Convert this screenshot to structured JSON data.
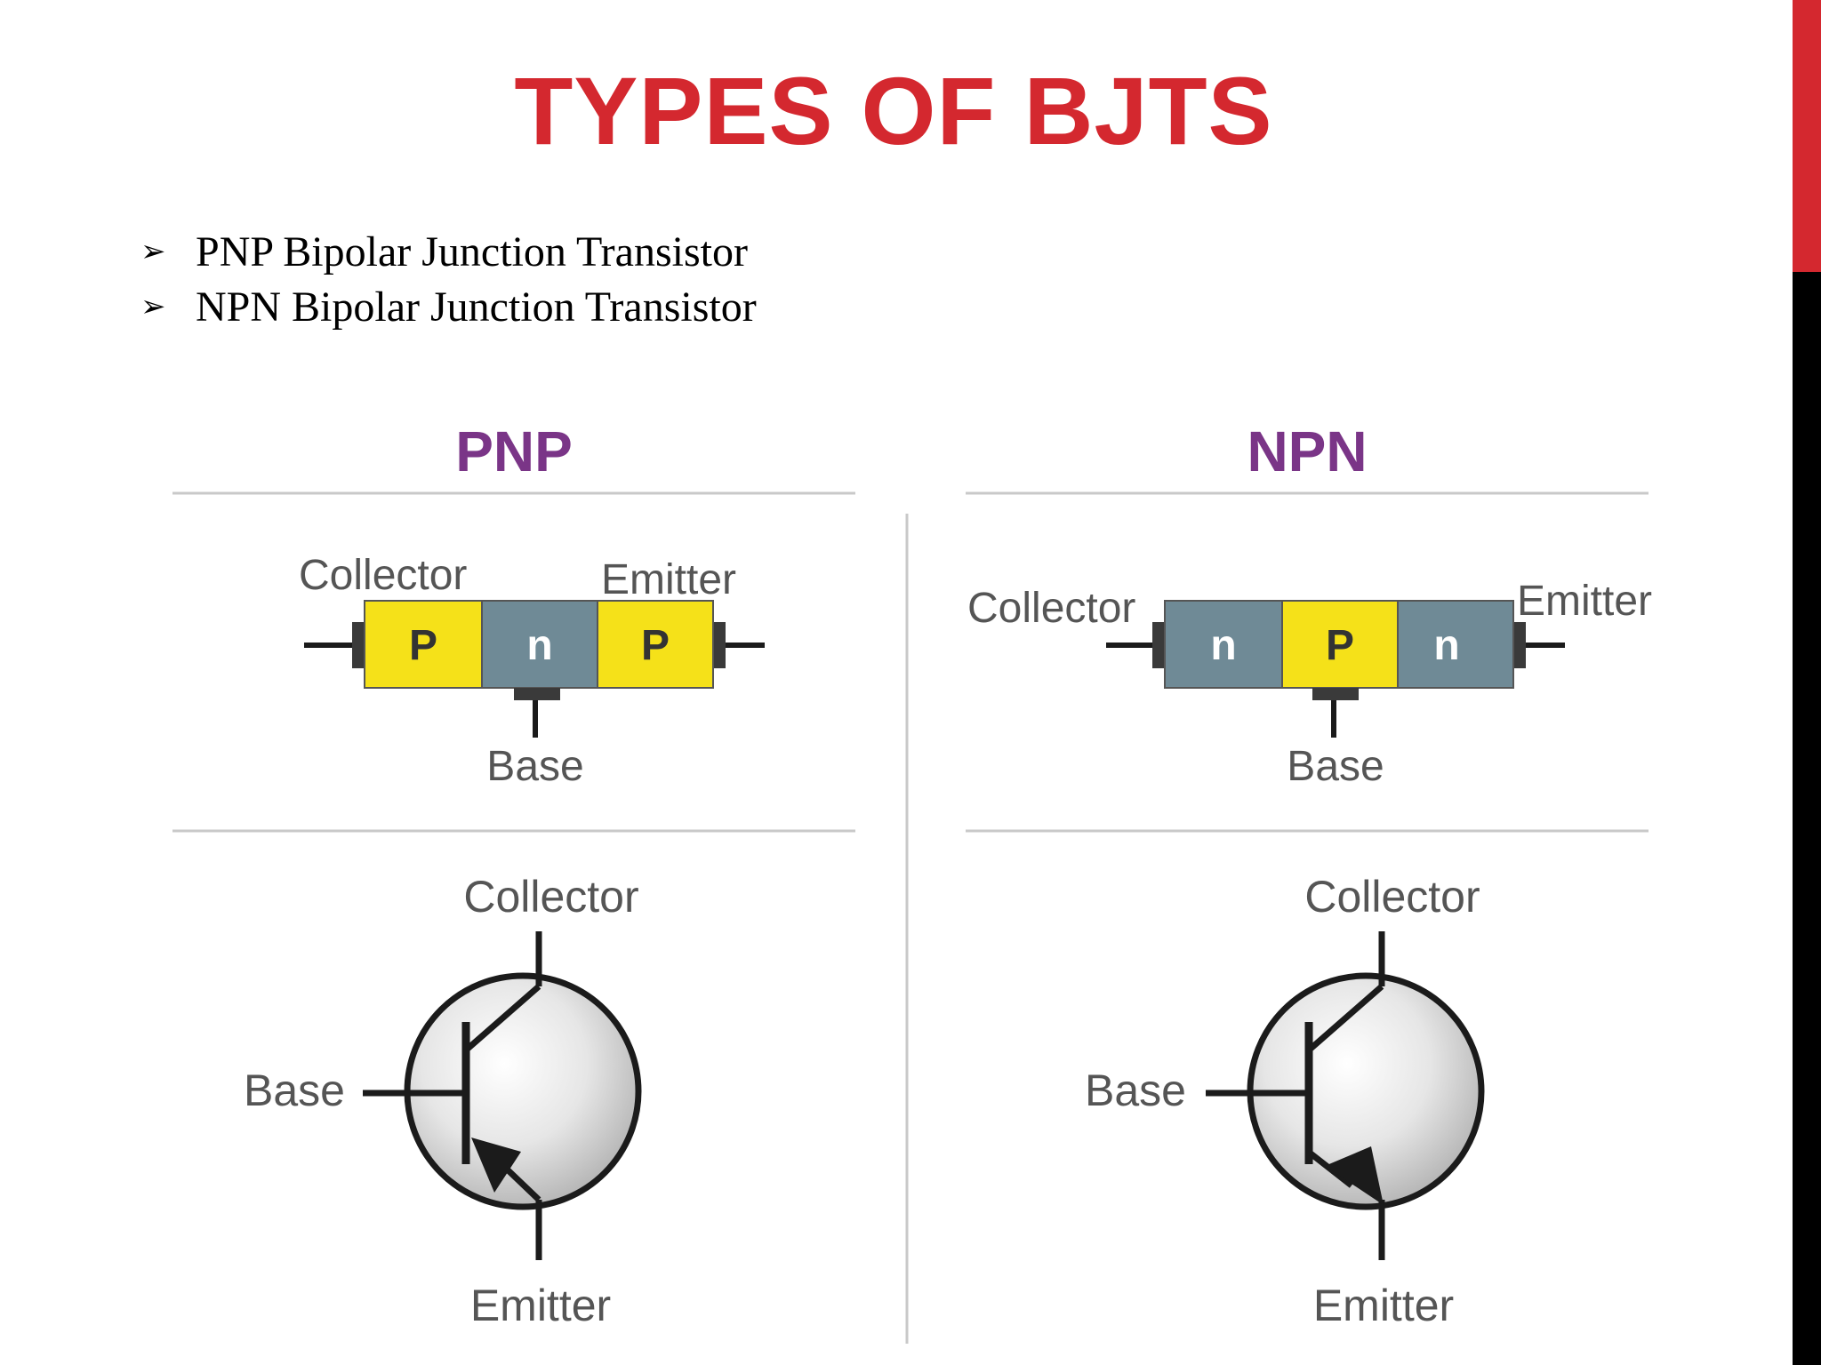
{
  "title": "TYPES OF BJTS",
  "colors": {
    "title": "#d4282f",
    "accent_bar": "#d4282f",
    "dark_bar": "#000000",
    "type_heading": "#7a3587",
    "p_region": "#f5e119",
    "n_region": "#6f8a96",
    "label_gray": "#555555"
  },
  "bullets": [
    {
      "icon": "arrowhead-bullet-icon",
      "text": "PNP Bipolar Junction Transistor"
    },
    {
      "icon": "arrowhead-bullet-icon",
      "text": "NPN Bipolar Junction Transistor"
    }
  ],
  "pnp": {
    "heading": "PNP",
    "regions": [
      "P",
      "n",
      "P"
    ],
    "labels": {
      "collector": "Collector",
      "emitter": "Emitter",
      "base": "Base"
    },
    "symbol_labels": {
      "collector": "Collector",
      "base": "Base",
      "emitter": "Emitter"
    }
  },
  "npn": {
    "heading": "NPN",
    "regions": [
      "n",
      "P",
      "n"
    ],
    "labels": {
      "collector": "Collector",
      "emitter": "Emitter",
      "base": "Base"
    },
    "symbol_labels": {
      "collector": "Collector",
      "base": "Base",
      "emitter": "Emitter"
    }
  }
}
